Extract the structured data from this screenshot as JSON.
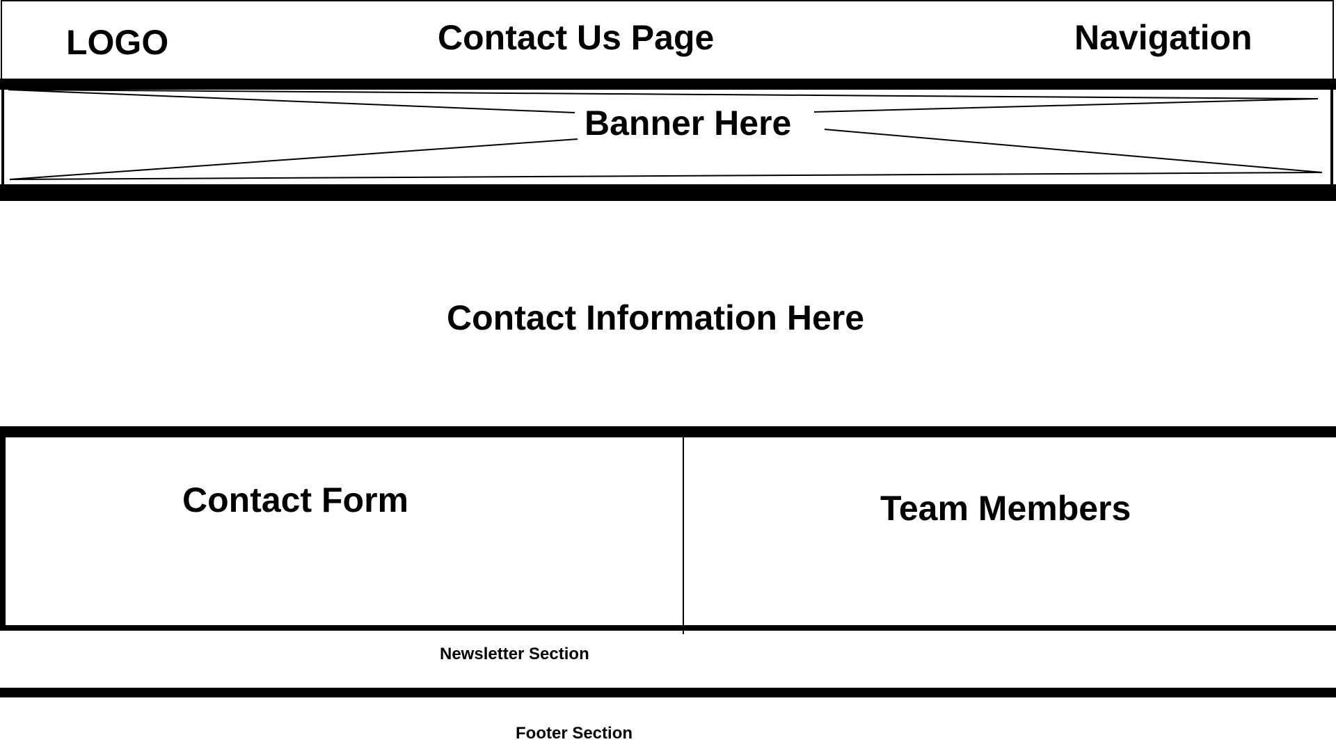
{
  "header": {
    "logo": "LOGO",
    "title": "Contact Us Page",
    "navigation": "Navigation"
  },
  "banner": {
    "label": "Banner Here"
  },
  "contact_info": {
    "label": "Contact Information Here"
  },
  "columns": {
    "left_label": "Contact Form",
    "right_label": "Team Members"
  },
  "newsletter": {
    "label": "Newsletter Section"
  },
  "footer": {
    "label": "Footer Section"
  },
  "colors": {
    "stroke": "#000000",
    "background": "#ffffff"
  }
}
